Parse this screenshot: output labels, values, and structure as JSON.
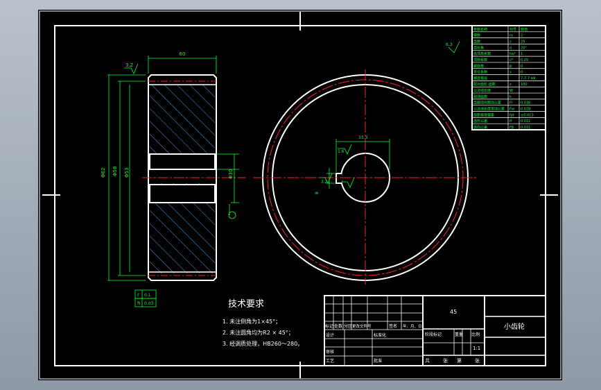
{
  "drawing": {
    "title_cn": "小齿轮",
    "material": "45",
    "scale": "1:1",
    "technical_requirements": {
      "heading": "技术要求",
      "items": [
        "1. 未注倒角为1×45°；",
        "2. 未注圆角均为R2 × 45°；",
        "3. 经调质处理，HB260～280。"
      ]
    },
    "title_block": {
      "row_labels": [
        "标记",
        "处数",
        "分区",
        "更改文件号",
        "签名",
        "年、月、日"
      ],
      "stage_label": "阶段标记",
      "weight_label": "重量",
      "ratio_label": "比例",
      "design": "设计",
      "standard": "标准化",
      "review": "审核",
      "process": "工艺",
      "approve": "批准",
      "sheets": [
        "共",
        "张",
        "第",
        "张"
      ]
    },
    "param_table": {
      "headers": [
        "参数名称",
        "代号",
        "数值"
      ],
      "rows": [
        [
          "模数",
          "m",
          "2"
        ],
        [
          "齿数",
          "z",
          "29"
        ],
        [
          "齿形角",
          "α",
          "20°"
        ],
        [
          "齿顶高系数",
          "ha*",
          "1"
        ],
        [
          "顶隙系数",
          "c*",
          "0.25"
        ],
        [
          "螺旋角",
          "β",
          "0"
        ],
        [
          "变位系数",
          "x",
          "0"
        ],
        [
          "精度等级",
          "",
          "7-7-7 HK"
        ],
        [
          "配对齿轮 齿数",
          "z",
          "100"
        ],
        [
          "公法线长度",
          "W",
          ""
        ],
        [
          "跨测齿数",
          "k",
          ""
        ],
        [
          "齿圈径向跳动公差",
          "Fr",
          "0.036"
        ],
        [
          "公法线长度变动公差",
          "Fw",
          "0.028"
        ],
        [
          "齿距极限偏差",
          "fpt",
          "±0.013"
        ],
        [
          "齿形公差",
          "ff",
          "0.011"
        ],
        [
          "齿向公差",
          "Fβ",
          "0.011"
        ]
      ]
    },
    "dimensions": {
      "width": "60",
      "bore": "Φ30",
      "keyway_width": "8",
      "keyway_depth": "33.3",
      "tip_dia": "Φ62",
      "root_dia": "Φ53",
      "pitch_dia": "Φ58",
      "roughness_main": "3.2",
      "roughness_bore": "1.6",
      "roughness_key": "3.2",
      "roughness_general": "6.3",
      "tol_r": "0.1",
      "tol_f": "0.03"
    },
    "colors": {
      "outline": "#ffffff",
      "dimension": "#00ff33",
      "centerline": "#ff2020",
      "hatch": "#3aa0ff",
      "background": "#000000"
    }
  }
}
